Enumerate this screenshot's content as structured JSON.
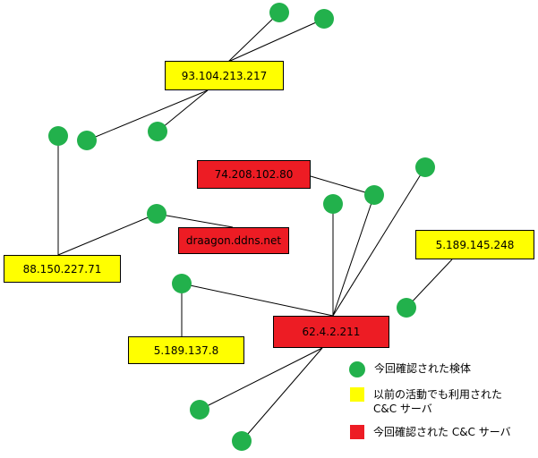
{
  "colors": {
    "infected": "#22b14c",
    "previous_cc": "#ffff00",
    "current_cc": "#ed1c24"
  },
  "servers": {
    "s_93": "93.104.213.217",
    "s_74": "74.208.102.80",
    "s_88": "88.150.227.71",
    "s_draagon": "draagon.ddns.net",
    "s_5_189_145": "5.189.145.248",
    "s_5_189_137": "5.189.137.8",
    "s_62": "62.4.2.211"
  },
  "legend": {
    "infected_label": "今回確認された検体",
    "previous_cc_label": "以前の活動でも利用された\nC&C サーバ",
    "current_cc_label": "今回確認された C&C サーバ"
  }
}
